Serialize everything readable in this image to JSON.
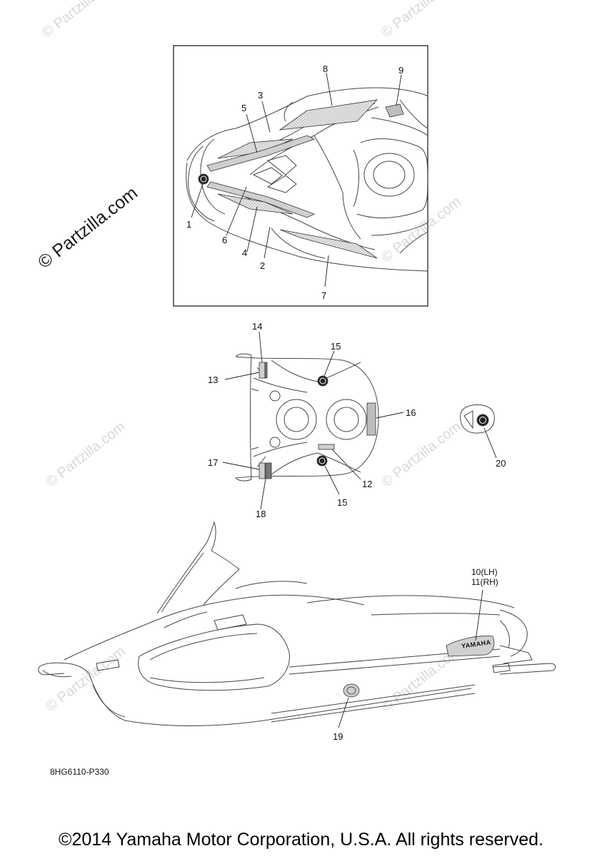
{
  "watermark_text": "© Partzilla.com",
  "callouts": {
    "c1": "1",
    "c2": "2",
    "c3": "3",
    "c4": "4",
    "c5": "5",
    "c6": "6",
    "c7": "7",
    "c8": "8",
    "c9": "9",
    "c10": "10(LH)",
    "c11": "11(RH)",
    "c12": "12",
    "c13": "13",
    "c14": "14",
    "c15a": "15",
    "c15b": "15",
    "c16": "16",
    "c17": "17",
    "c18": "18",
    "c19": "19",
    "c20": "20"
  },
  "decal_brand_text": "YAMAHA",
  "reference_code": "8HG6110-P330",
  "copyright": "©2014 Yamaha Motor Corporation, U.S.A. All rights reserved.",
  "colors": {
    "line": "#222222",
    "watermark": "#d8d8d8",
    "decal_fill": "#cfcfcf"
  }
}
